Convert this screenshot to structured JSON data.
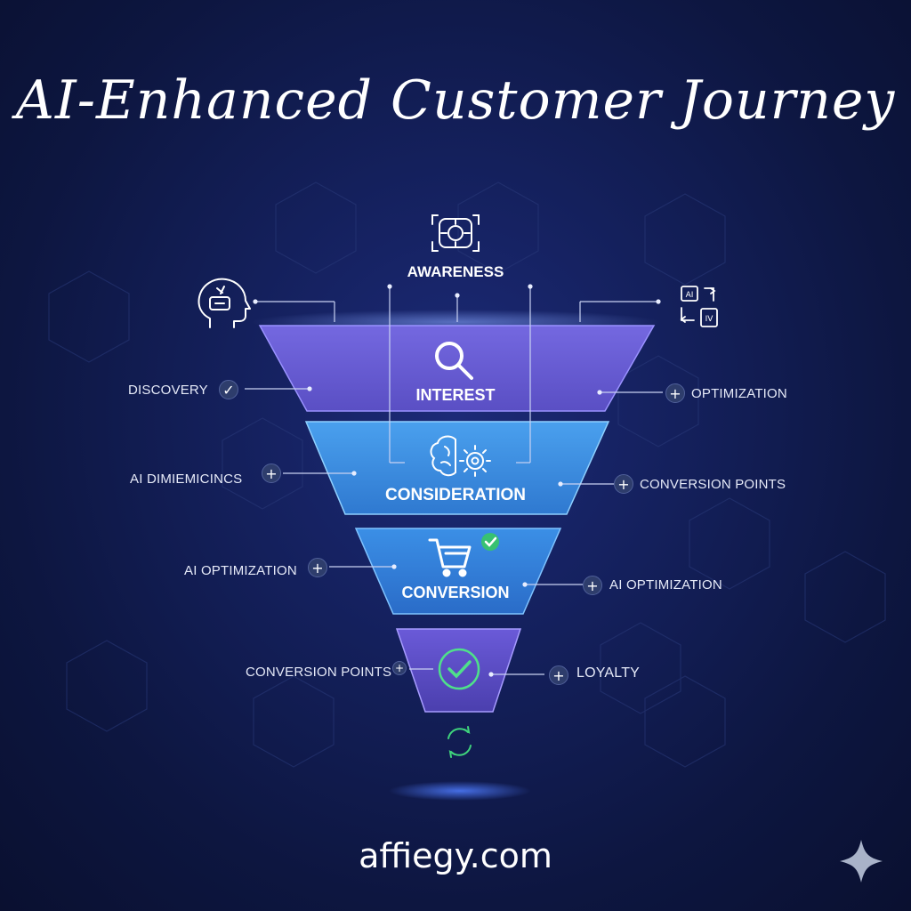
{
  "title": "AI-Enhanced Customer Journey",
  "stages": {
    "awareness": "AWARENESS",
    "interest": "INTEREST",
    "consideration": "CONSIDERATION",
    "conversion": "CONVERSION"
  },
  "labels": {
    "discovery": "DISCOVERY",
    "optimization": "OPTIMIZATION",
    "ai_dynamics": "AI DIMIEMICINCS",
    "conversion_points_right": "CONVERSION POINTS",
    "ai_optimization_left": "AI OPTIMIZATION",
    "ai_optimization_right": "AI OPTIMIZATION",
    "conversion_points_left": "CONVERSION POINTS",
    "loyalty": "LOYALTY"
  },
  "badges": {
    "check": "✓",
    "plus": "+"
  },
  "icons": {
    "awareness": "ai-chip-icon",
    "interest": "magnifier-icon",
    "consideration": "brain-gear-icon",
    "conversion": "shopping-cart-icon",
    "loyalty": "check-circle-icon",
    "cycle": "refresh-cycle-icon",
    "left_head": "head-brain-icon",
    "right_ai": "ai-translate-icon",
    "sparkle": "sparkle-icon"
  },
  "colors": {
    "tier_purple": "#6a5fd6",
    "tier_blue": "#3f8fe0",
    "accent_green": "#38c172"
  },
  "brand": "affiegy.com"
}
